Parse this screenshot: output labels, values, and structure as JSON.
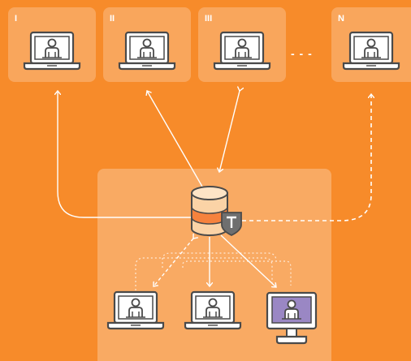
{
  "clients": [
    {
      "label": "I"
    },
    {
      "label": "II"
    },
    {
      "label": "III"
    },
    {
      "label": "N"
    }
  ],
  "separator": "- - -",
  "colors": {
    "background": "#f78b2a",
    "device_outline": "#4a4a4a",
    "screen_fill": "#ffffff",
    "highlight_screen": "#9a87c4",
    "database_body": "#fbd3a6",
    "database_band": "#f6823d",
    "arrow": "#ffffff"
  },
  "icons": {
    "client_device": "laptop-user-icon",
    "server": "database-icon",
    "gateway_badge": "shield-t-icon",
    "monitor": "desktop-monitor-user-icon"
  }
}
